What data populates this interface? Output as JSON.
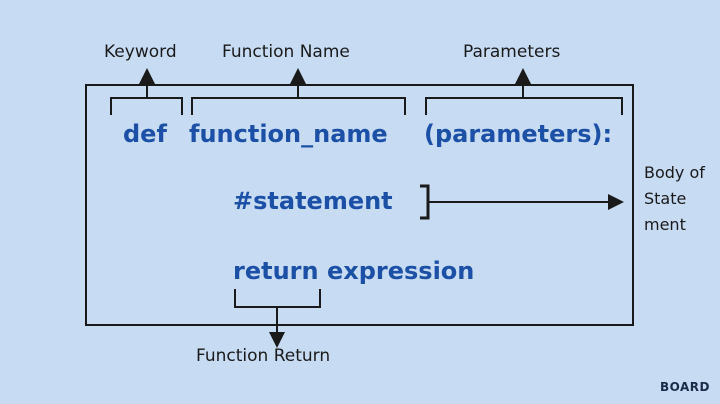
{
  "labels": {
    "keyword": "Keyword",
    "function_name": "Function Name",
    "parameters": "Parameters",
    "body": [
      "Body of",
      "State",
      "ment"
    ],
    "function_return": "Function Return"
  },
  "code": {
    "def": "def",
    "function_name": "function_name",
    "parameters": "(parameters):",
    "statement": "#statement",
    "return_expression": "return expression"
  },
  "brand": "BOARD",
  "colors": {
    "background": "#c7dbf3",
    "code_text": "#1b50a6",
    "lines": "#1a1a1a"
  }
}
